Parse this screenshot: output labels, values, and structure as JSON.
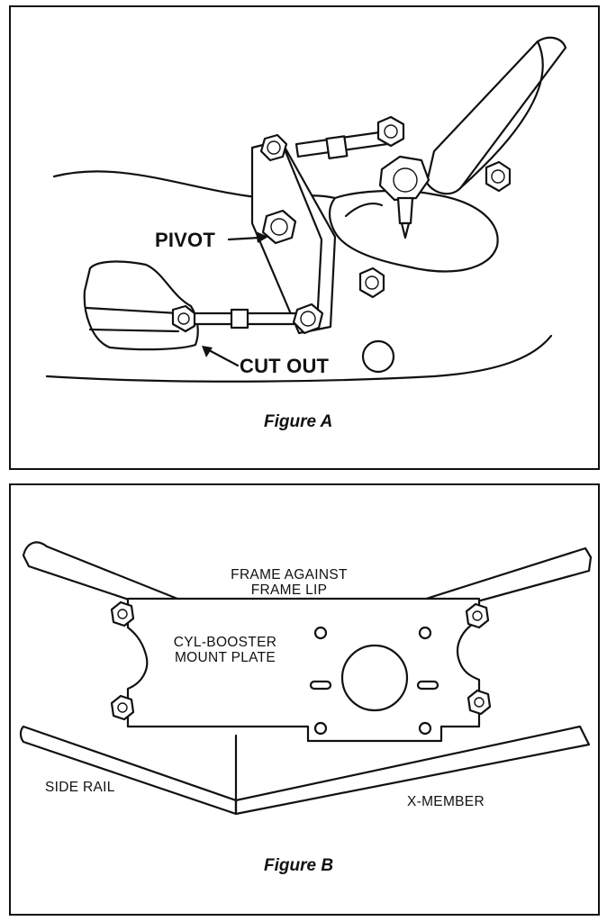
{
  "figure_a": {
    "caption": "Figure A",
    "labels": {
      "pivot": "PIVOT",
      "cut_out": "CUT OUT"
    }
  },
  "figure_b": {
    "caption": "Figure B",
    "labels": {
      "frame_against": "FRAME AGAINST",
      "frame_lip": "FRAME LIP",
      "plate_line1": "CYL-BOOSTER",
      "plate_line2": "MOUNT PLATE",
      "side_rail": "SIDE RAIL",
      "x_member": "X-MEMBER"
    }
  }
}
